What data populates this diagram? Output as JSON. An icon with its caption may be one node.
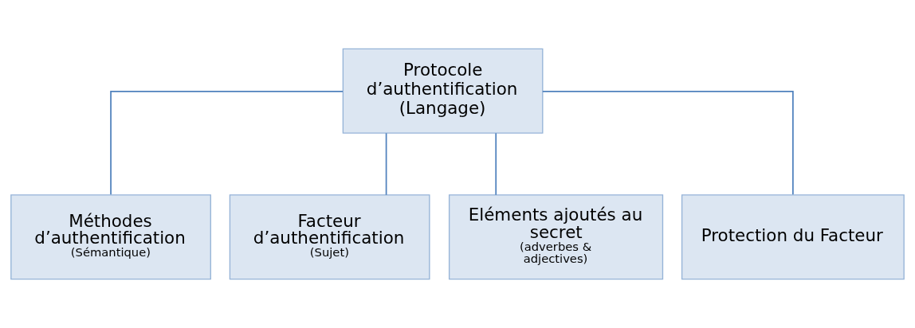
{
  "diagram": {
    "nodes": [
      {
        "text": [
          "Protocole d’authentification (Langage)"
        ]
      },
      {
        "text": [
          "Méthodes d’authentification",
          "(Sémantique)"
        ]
      },
      {
        "text": [
          "Facteur d’authentification",
          "(Sujet)"
        ]
      },
      {
        "text": [
          "Eléments ajoutés au secret",
          "(adverbes & adjectives)"
        ]
      },
      {
        "text": [
          "Protection du Facteur"
        ]
      }
    ],
    "edges": [
      {
        "from": 0,
        "to": 1,
        "arrow": "none"
      },
      {
        "from": 0,
        "to": 2,
        "arrow": "none"
      },
      {
        "from": 0,
        "to": 3,
        "arrow": "none"
      },
      {
        "from": 0,
        "to": 4,
        "arrow": "none"
      }
    ]
  }
}
